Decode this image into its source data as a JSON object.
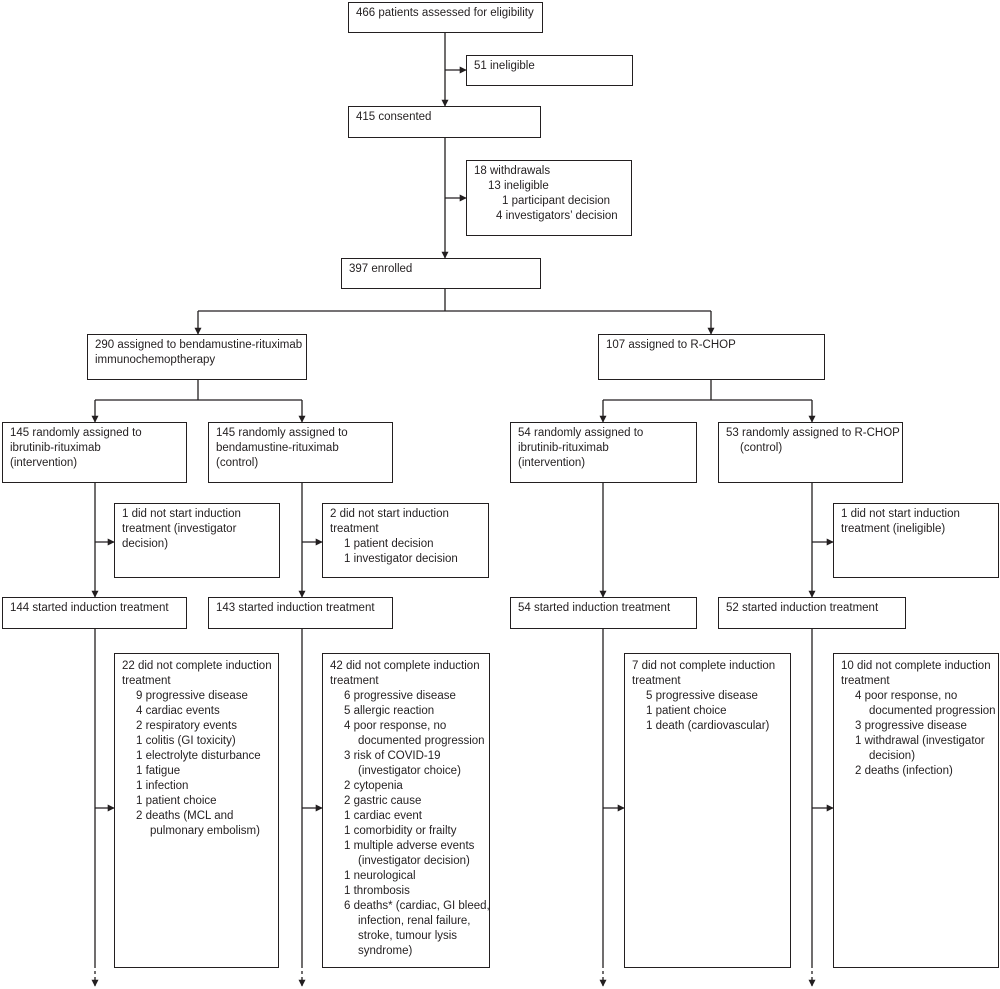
{
  "screening": {
    "assessed": "466 patients assessed for eligibility",
    "ineligible": "51 ineligible",
    "consented": "415 consented",
    "withdrawals": {
      "title": "18 withdrawals",
      "sub": "13 ineligible",
      "items": [
        "1 participant decision",
        "4 investigators’ decision"
      ]
    },
    "enrolled": "397 enrolled"
  },
  "assignment": {
    "br": [
      "290 assigned to bendamustine-rituximab",
      "immunochemoptherapy"
    ],
    "rchop": "107 assigned to R-CHOP"
  },
  "arms": [
    {
      "randomised": [
        "145 randomly assigned to",
        "ibrutinib-rituximab",
        "(intervention)"
      ],
      "not_started": {
        "lines": [
          "1 did not start induction",
          "treatment (investigator",
          "decision)"
        ],
        "items": []
      },
      "started": "144 started induction treatment",
      "not_completed": {
        "title": [
          "22 did not complete induction",
          "treatment"
        ],
        "items": [
          "9 progressive disease",
          "4 cardiac events",
          "2 respiratory events",
          "1 colitis (GI toxicity)",
          "1 electrolyte disturbance",
          "1 fatigue",
          "1 infection",
          "1 patient choice",
          "2 deaths (MCL and",
          "pulmonary embolism)"
        ]
      }
    },
    {
      "randomised": [
        "145 randomly assigned to",
        "bendamustine-rituximab",
        "(control)"
      ],
      "not_started": {
        "lines": [
          "2 did not start induction",
          "treatment"
        ],
        "items": [
          "1 patient decision",
          "1 investigator decision"
        ]
      },
      "started": "143 started induction treatment",
      "not_completed": {
        "title": [
          "42 did not complete induction",
          "treatment"
        ],
        "items": [
          "6 progressive disease",
          "5 allergic reaction",
          "4 poor response, no",
          "documented progression",
          "3 risk of COVID-19",
          "(investigator choice)",
          "2 cytopenia",
          "2 gastric cause",
          "1 cardiac event",
          "1 comorbidity or frailty",
          "1 multiple adverse events",
          "(investigator decision)",
          "1 neurological",
          "1 thrombosis",
          "6 deaths* (cardiac, GI bleed,",
          "infection, renal failure,",
          "stroke, tumour lysis",
          "syndrome)"
        ]
      }
    },
    {
      "randomised": [
        "54 randomly assigned to",
        "ibrutinib-rituximab",
        "(intervention)"
      ],
      "started": "54 started induction treatment",
      "not_completed": {
        "title": [
          "7 did not complete induction",
          "treatment"
        ],
        "items": [
          "5 progressive disease",
          "1 patient choice",
          "1 death (cardiovascular)"
        ]
      }
    },
    {
      "randomised": [
        "53 randomly assigned to R-CHOP",
        "(control)"
      ],
      "not_started": {
        "lines": [
          "1 did not start induction",
          "treatment (ineligible)"
        ],
        "items": []
      },
      "started": "52 started induction treatment",
      "not_completed": {
        "title": [
          "10 did not complete induction",
          "treatment"
        ],
        "items": [
          "4 poor response, no",
          "documented progression",
          "3 progressive disease",
          "1 withdrawal (investigator",
          "decision)",
          "2 deaths (infection)"
        ]
      }
    }
  ]
}
